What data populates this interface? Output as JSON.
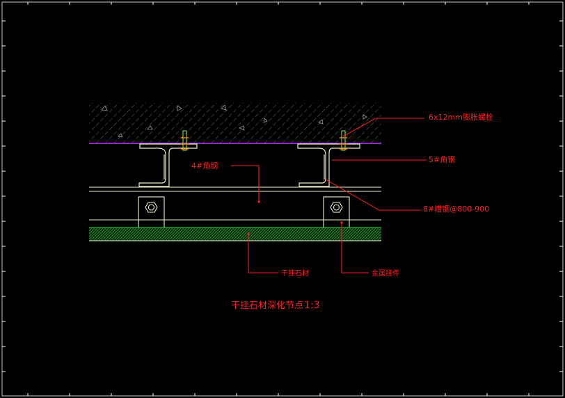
{
  "drawing": {
    "labels": {
      "bolt": "6x12mm膨胀螺栓",
      "angle_small": "5#角钢",
      "angle_main": "4#角钢",
      "channel": "8#槽钢@800-900",
      "stone": "干挂石材",
      "hanger": "金属挂件"
    },
    "title": "干挂石材深化节点",
    "scale": "1:3"
  },
  "colors": {
    "background": "#000000",
    "frame": "#ffffff",
    "annotation": "#ff2020",
    "steel": "#f2f0c8",
    "ceiling_line": "#b23cff",
    "stone_hatch": "#1f8f2a",
    "bolt": "#7cff2a"
  }
}
